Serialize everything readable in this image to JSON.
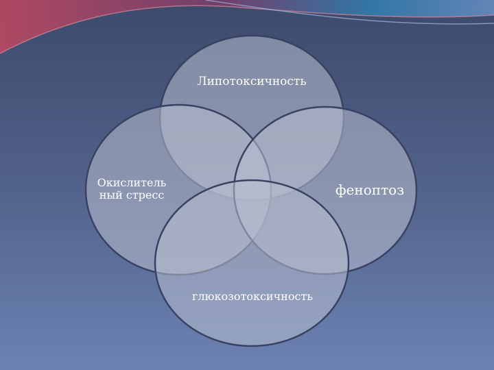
{
  "diagram": {
    "type": "venn",
    "colors": {
      "background_top": "#3c4a6b",
      "background_bottom": "#6c82b3",
      "circle_fill": "#b9bfd0",
      "circle_stroke": "#3a4262",
      "banner_pink": "#c2485f",
      "banner_blue": "#2f7fb0"
    },
    "circles": [
      {
        "id": "top",
        "label": "Липотоксичность"
      },
      {
        "id": "left",
        "label_line1": "Окислитель",
        "label_line2": "ный стресс"
      },
      {
        "id": "right",
        "label": "феноптоз"
      },
      {
        "id": "bottom",
        "label": "глюкозотоксичность"
      }
    ]
  }
}
